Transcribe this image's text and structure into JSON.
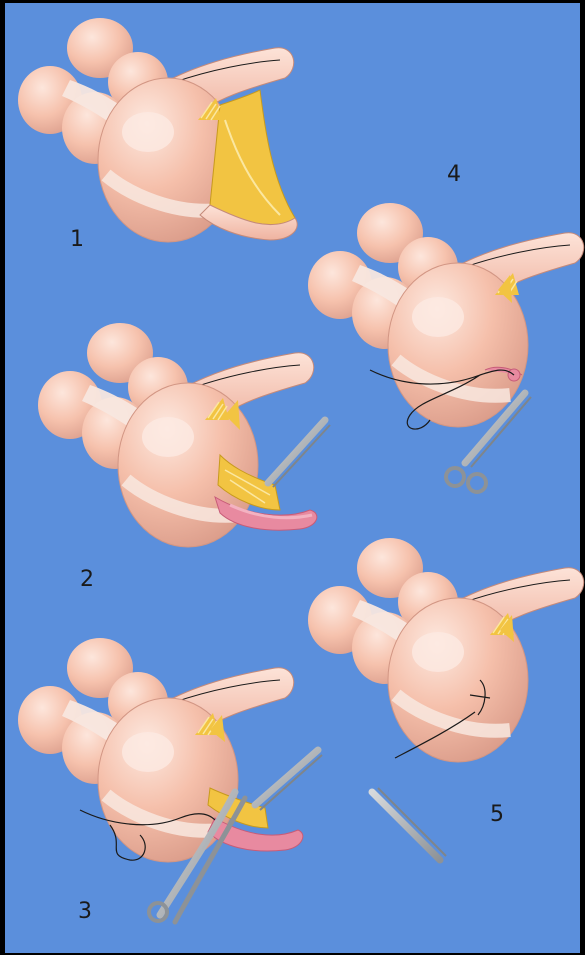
{
  "colors": {
    "frame": "#000000",
    "background": "#5b8fdc",
    "organ_fill": "#f6c2ad",
    "organ_highlight": "#fde3d8",
    "organ_shadow": "#d99c8a",
    "band_fill": "#f8e7df",
    "tissue_yellow": "#f2c442",
    "tissue_light": "#fbe7a0",
    "stump_pink": "#e88aa0",
    "instrument_gray": "#a4a9ae",
    "suture": "#1a1a1a"
  },
  "steps": [
    {
      "label": "1",
      "icon": "cecum-with-appendix"
    },
    {
      "label": "2",
      "icon": "appendix-mesentery-clamped"
    },
    {
      "label": "3",
      "icon": "purse-string-suture-forceps"
    },
    {
      "label": "4",
      "icon": "stump-inversion-scissors"
    },
    {
      "label": "5",
      "icon": "purse-string-tied-scissors"
    }
  ]
}
